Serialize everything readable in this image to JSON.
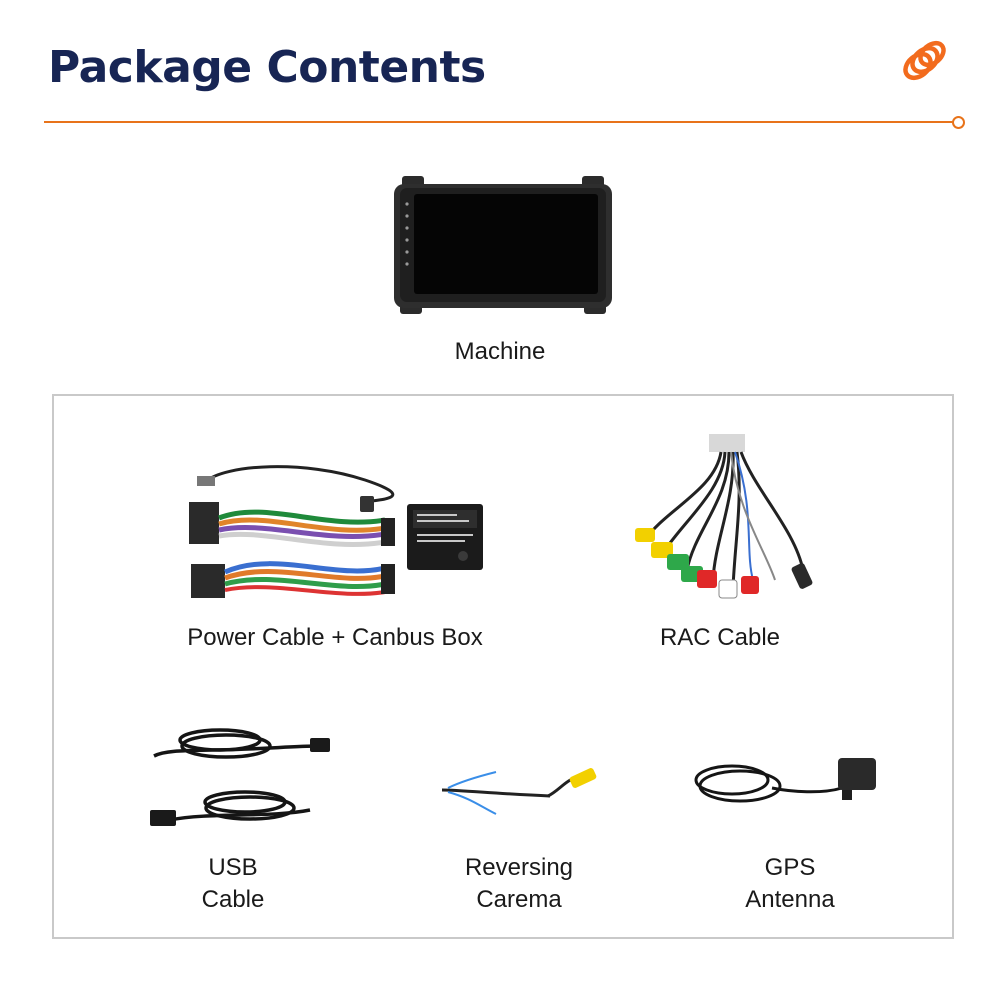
{
  "header": {
    "title": "Package Contents",
    "accent_color": "#e8731a",
    "title_color": "#172554",
    "logo_icon": "coil-logo-icon"
  },
  "machine": {
    "label": "Machine",
    "icon": "car-stereo-unit-icon"
  },
  "items": [
    {
      "label": "Power Cable + Canbus Box",
      "icon": "power-cable-canbus-icon"
    },
    {
      "label": "RAC Cable",
      "icon": "rca-cable-icon"
    },
    {
      "label_line1": "USB",
      "label_line2": "Cable",
      "icon": "usb-cable-icon"
    },
    {
      "label_line1": "Reversing",
      "label_line2": "Carema",
      "icon": "reversing-camera-cable-icon"
    },
    {
      "label_line1": "GPS",
      "label_line2": "Antenna",
      "icon": "gps-antenna-icon"
    }
  ]
}
